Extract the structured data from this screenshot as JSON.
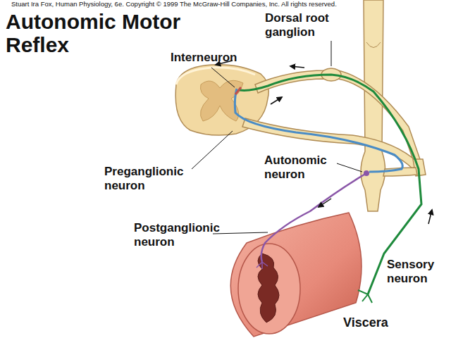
{
  "diagram": {
    "title": "Autonomic Motor Reflex",
    "labels": [
      "Stuart Ira Fox, Human Physiology, 6e. Copyright © 1999 The McGraw-Hill Companies, Inc. All rights reserved.",
      "Dorsal root ganglion",
      "Interneuron",
      "Preganglionic neuron",
      "Autonomic neuron",
      "Postganglionic neuron",
      "Sensory neuron",
      "Viscera"
    ]
  }
}
